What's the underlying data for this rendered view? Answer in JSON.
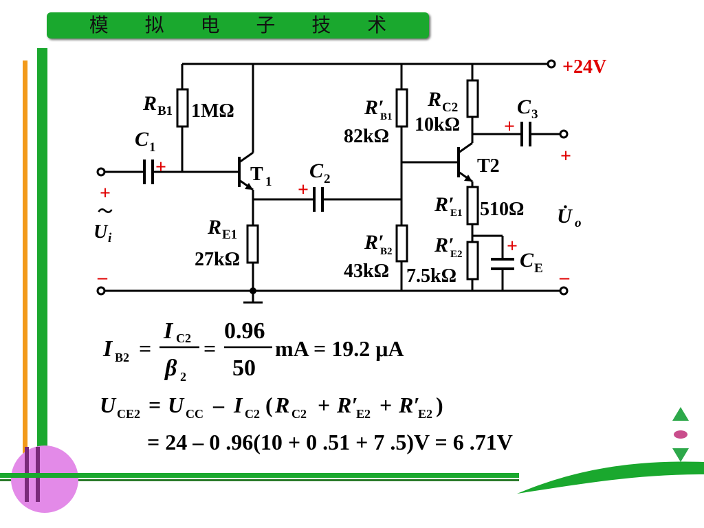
{
  "title": "模  拟  电  子  技  术",
  "colors": {
    "title_bar": "#1aa82e",
    "accent_red": "#e00000",
    "wire": "#000000"
  },
  "circuit": {
    "supply": "+24V",
    "components": {
      "RB1": {
        "sym": "R",
        "sub": "B1",
        "value": "1MΩ"
      },
      "C1": {
        "sym": "C",
        "sub": "1"
      },
      "T1": {
        "sym": "T",
        "sub": "1"
      },
      "RE1": {
        "sym": "R",
        "sub": "E1",
        "value": "27kΩ"
      },
      "C2": {
        "sym": "C",
        "sub": "2"
      },
      "RB1p": {
        "sym": "R′",
        "sub": "B1",
        "value": "82kΩ"
      },
      "RB2p": {
        "sym": "R′",
        "sub": "B2",
        "value": "43kΩ"
      },
      "RC2": {
        "sym": "R",
        "sub": "C2",
        "value": "10kΩ"
      },
      "T2": {
        "label": "T2"
      },
      "C3": {
        "sym": "C",
        "sub": "3"
      },
      "RE1p": {
        "sym": "R′",
        "sub": "E1",
        "value": "510Ω"
      },
      "RE2p": {
        "sym": "R′",
        "sub": "E2",
        "value": "7.5kΩ"
      },
      "CE": {
        "sym": "C",
        "sub": "E"
      }
    },
    "input": {
      "plus": "+",
      "mid": "～",
      "sym": "U",
      "sub": "i",
      "minus": "–"
    },
    "output": {
      "plus": "+",
      "sym": "U̇",
      "sub": "o",
      "minus": "–"
    },
    "polarity_plus": "+"
  },
  "equations": {
    "eq1": {
      "lhs_sym": "I",
      "lhs_sub": "B2",
      "eq": "=",
      "frac1_num_sym": "I",
      "frac1_num_sub": "C2",
      "frac1_den_sym": "β",
      "frac1_den_sub": "2",
      "frac2_num": "0.96",
      "frac2_den": "50",
      "result": "mA = 19.2  μA"
    },
    "eq2": {
      "text_lhs": "U",
      "sub_lhs": "CE2",
      "eq": "=",
      "u": "U",
      "u_sub": "CC",
      "minus": "–",
      "i": "I",
      "i_sub": "C2",
      "rc": "R",
      "rc_sub": "C2",
      "re1": "R′",
      "re1_sub": "E2",
      "re2": "R′",
      "re2_sub": "E2"
    },
    "eq3": "= 24 – 0 .96(10 + 0 .51 + 7 .5)V = 6 .71V"
  }
}
